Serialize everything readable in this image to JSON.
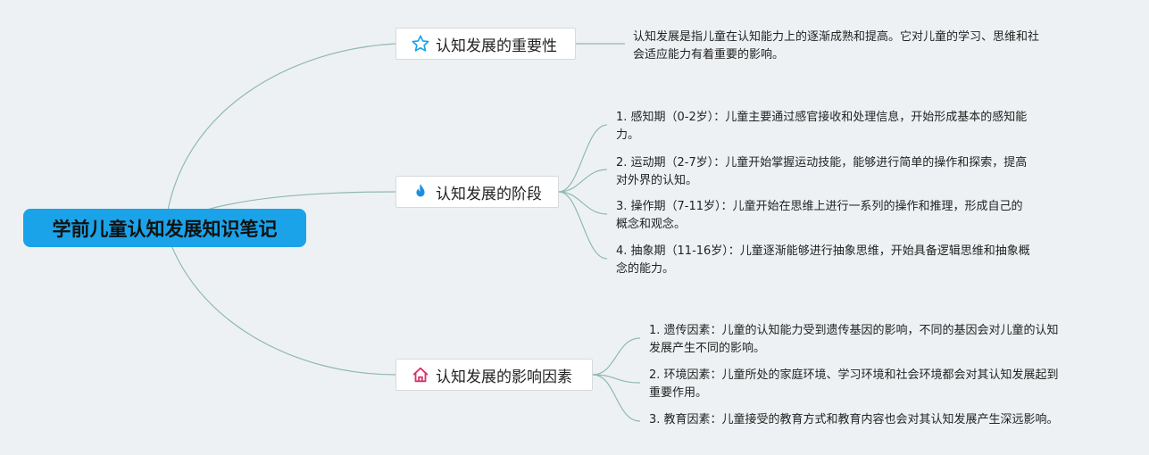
{
  "root": {
    "label": "学前儿童认知发展知识笔记"
  },
  "branches": [
    {
      "label": "认知发展的重要性",
      "icon": "star-icon",
      "icon_color": "#1aa3e8",
      "children": [
        {
          "line1": "认知发展是指儿童在认知能力上的逐渐成熟和提高。它对儿童的学习、思维和社",
          "line2": "会适应能力有着重要的影响。"
        }
      ]
    },
    {
      "label": "认知发展的阶段",
      "icon": "flame-icon",
      "icon_color": "#1a8fe0",
      "children": [
        {
          "line1": "1. 感知期（0-2岁）：儿童主要通过感官接收和处理信息，开始形成基本的感知能",
          "line2": "力。"
        },
        {
          "line1": "2. 运动期（2-7岁）：儿童开始掌握运动技能，能够进行简单的操作和探索，提高",
          "line2": "对外界的认知。"
        },
        {
          "line1": "3. 操作期（7-11岁）：儿童开始在思维上进行一系列的操作和推理，形成自己的",
          "line2": "概念和观念。"
        },
        {
          "line1": "4. 抽象期（11-16岁）：儿童逐渐能够进行抽象思维，开始具备逻辑思维和抽象概",
          "line2": "念的能力。"
        }
      ]
    },
    {
      "label": "认知发展的影响因素",
      "icon": "home-icon",
      "icon_color": "#d6336c",
      "children": [
        {
          "line1": "1. 遗传因素：儿童的认知能力受到遗传基因的影响，不同的基因会对儿童的认知",
          "line2": "发展产生不同的影响。"
        },
        {
          "line1": "2. 环境因素：儿童所处的家庭环境、学习环境和社会环境都会对其认知发展起到",
          "line2": "重要作用。"
        },
        {
          "line1": "3. 教育因素：儿童接受的教育方式和教育内容也会对其认知发展产生深远影响。",
          "line2": ""
        }
      ]
    }
  ],
  "colors": {
    "root_bg": "#1aa3e8",
    "line": "#8fb9b0",
    "background": "#eef1f3"
  }
}
